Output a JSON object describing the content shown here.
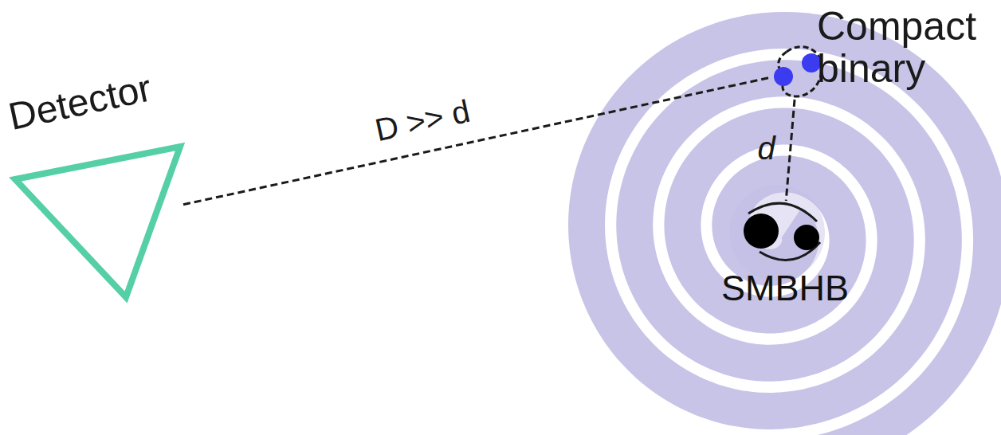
{
  "diagram": {
    "nodes": [
      {
        "text": [
          "Detector"
        ]
      },
      {
        "text": [
          "Compact binary"
        ]
      },
      {
        "text": [
          "SMBHB"
        ]
      }
    ],
    "edges": [
      {
        "from": 0,
        "to": 1,
        "arrow": "none",
        "label": "D >> d"
      },
      {
        "from": 1,
        "to": 2,
        "arrow": "none",
        "label": "d"
      }
    ]
  }
}
